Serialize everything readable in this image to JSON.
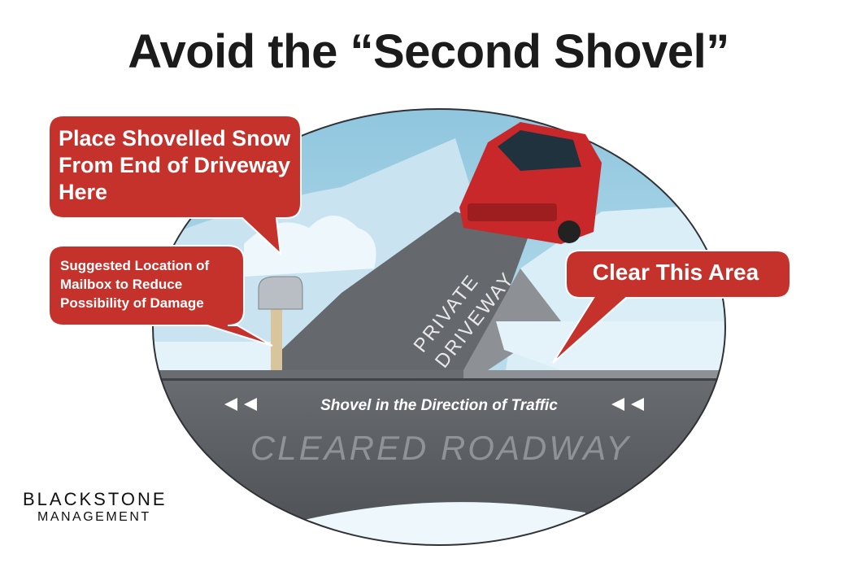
{
  "title": "Avoid the “Second Shovel”",
  "callouts": {
    "snow_placement": "Place Shovelled Snow From End of Driveway Here",
    "mailbox": "Suggested Location of Mailbox to Reduce Possibility of Damage",
    "clear_area": "Clear This Area"
  },
  "road": {
    "driveway_line1": "PRIVATE",
    "driveway_line2": "DRIVEWAY",
    "direction": "Shovel in the Direction of Traffic",
    "roadway": "CLEARED ROADWAY"
  },
  "brand": {
    "name": "BLACKSTONE",
    "sub": "MANAGEMENT"
  },
  "colors": {
    "callout_red": "#c4322b",
    "road_gray": "#5a5d62",
    "snow": "#dceff7",
    "sky": "#a9d3e6",
    "car_red": "#c8282a"
  }
}
